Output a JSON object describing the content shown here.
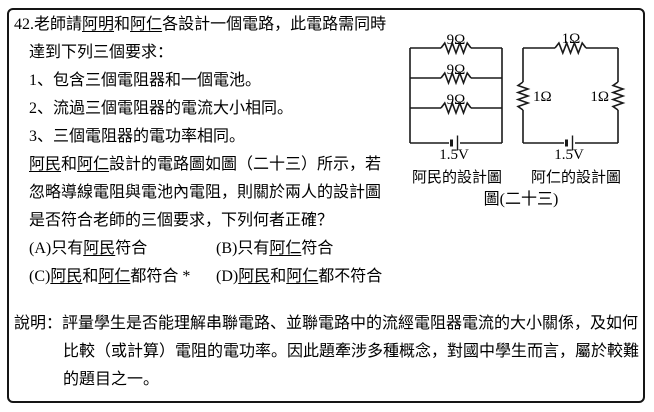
{
  "question": {
    "number": "42.",
    "lines": [
      {
        "segs": [
          {
            "t": "老師請"
          },
          {
            "t": "阿明",
            "u": true
          },
          {
            "t": "和"
          },
          {
            "t": "阿仁",
            "u": true
          },
          {
            "t": "各設計一個電路，此電路需同時"
          }
        ]
      },
      {
        "segs": [
          {
            "t": "達到下列三個要求："
          }
        ]
      },
      {
        "segs": [
          {
            "t": "1、包含三個電阻器和一個電池。"
          }
        ]
      },
      {
        "segs": [
          {
            "t": "2、流過三個電阻器的電流大小相同。"
          }
        ]
      },
      {
        "segs": [
          {
            "t": "3、三個電阻器的電功率相同。"
          }
        ]
      },
      {
        "segs": [
          {
            "t": "阿民",
            "u": true
          },
          {
            "t": "和"
          },
          {
            "t": "阿仁",
            "u": true
          },
          {
            "t": "設計的電路圖如圖（二十三）所示，若"
          }
        ]
      },
      {
        "segs": [
          {
            "t": "忽略導線電阻與電池內電阻，則關於兩人的設計圖"
          }
        ]
      },
      {
        "segs": [
          {
            "t": "是否符合老師的三個要求，下列何者正確？"
          }
        ]
      }
    ],
    "options": [
      {
        "label": "(A)",
        "segs": [
          {
            "t": "只有"
          },
          {
            "t": "阿民",
            "u": true
          },
          {
            "t": "符合"
          }
        ]
      },
      {
        "label": "(B)",
        "segs": [
          {
            "t": "只有"
          },
          {
            "t": "阿仁",
            "u": true
          },
          {
            "t": "符合"
          }
        ]
      },
      {
        "label": "(C)",
        "segs": [
          {
            "t": "阿民",
            "u": true
          },
          {
            "t": "和"
          },
          {
            "t": "阿仁",
            "u": true
          },
          {
            "t": "都符合 *"
          }
        ]
      },
      {
        "label": "(D)",
        "segs": [
          {
            "t": "阿民",
            "u": true
          },
          {
            "t": "和"
          },
          {
            "t": "阿仁",
            "u": true
          },
          {
            "t": "都不符合"
          }
        ]
      }
    ]
  },
  "figure": {
    "title": "圖(二十三)",
    "left_circuit": {
      "caption": "阿民的設計圖",
      "resistors": [
        "9Ω",
        "9Ω",
        "9Ω"
      ],
      "battery": "1.5V",
      "topology": "parallel"
    },
    "right_circuit": {
      "caption": "阿仁的設計圖",
      "resistors": [
        "1Ω",
        "1Ω",
        "1Ω"
      ],
      "battery": "1.5V",
      "topology": "series"
    }
  },
  "explanation": {
    "label": "說明：",
    "lines": [
      "評量學生是否能理解串聯電路、並聯電路中的流經電阻器電流的大小關係，及如何",
      "比較（或計算）電阻的電功率。因此題牽涉多種概念，對國中學生而言，屬於較難",
      "的題目之一。"
    ]
  }
}
